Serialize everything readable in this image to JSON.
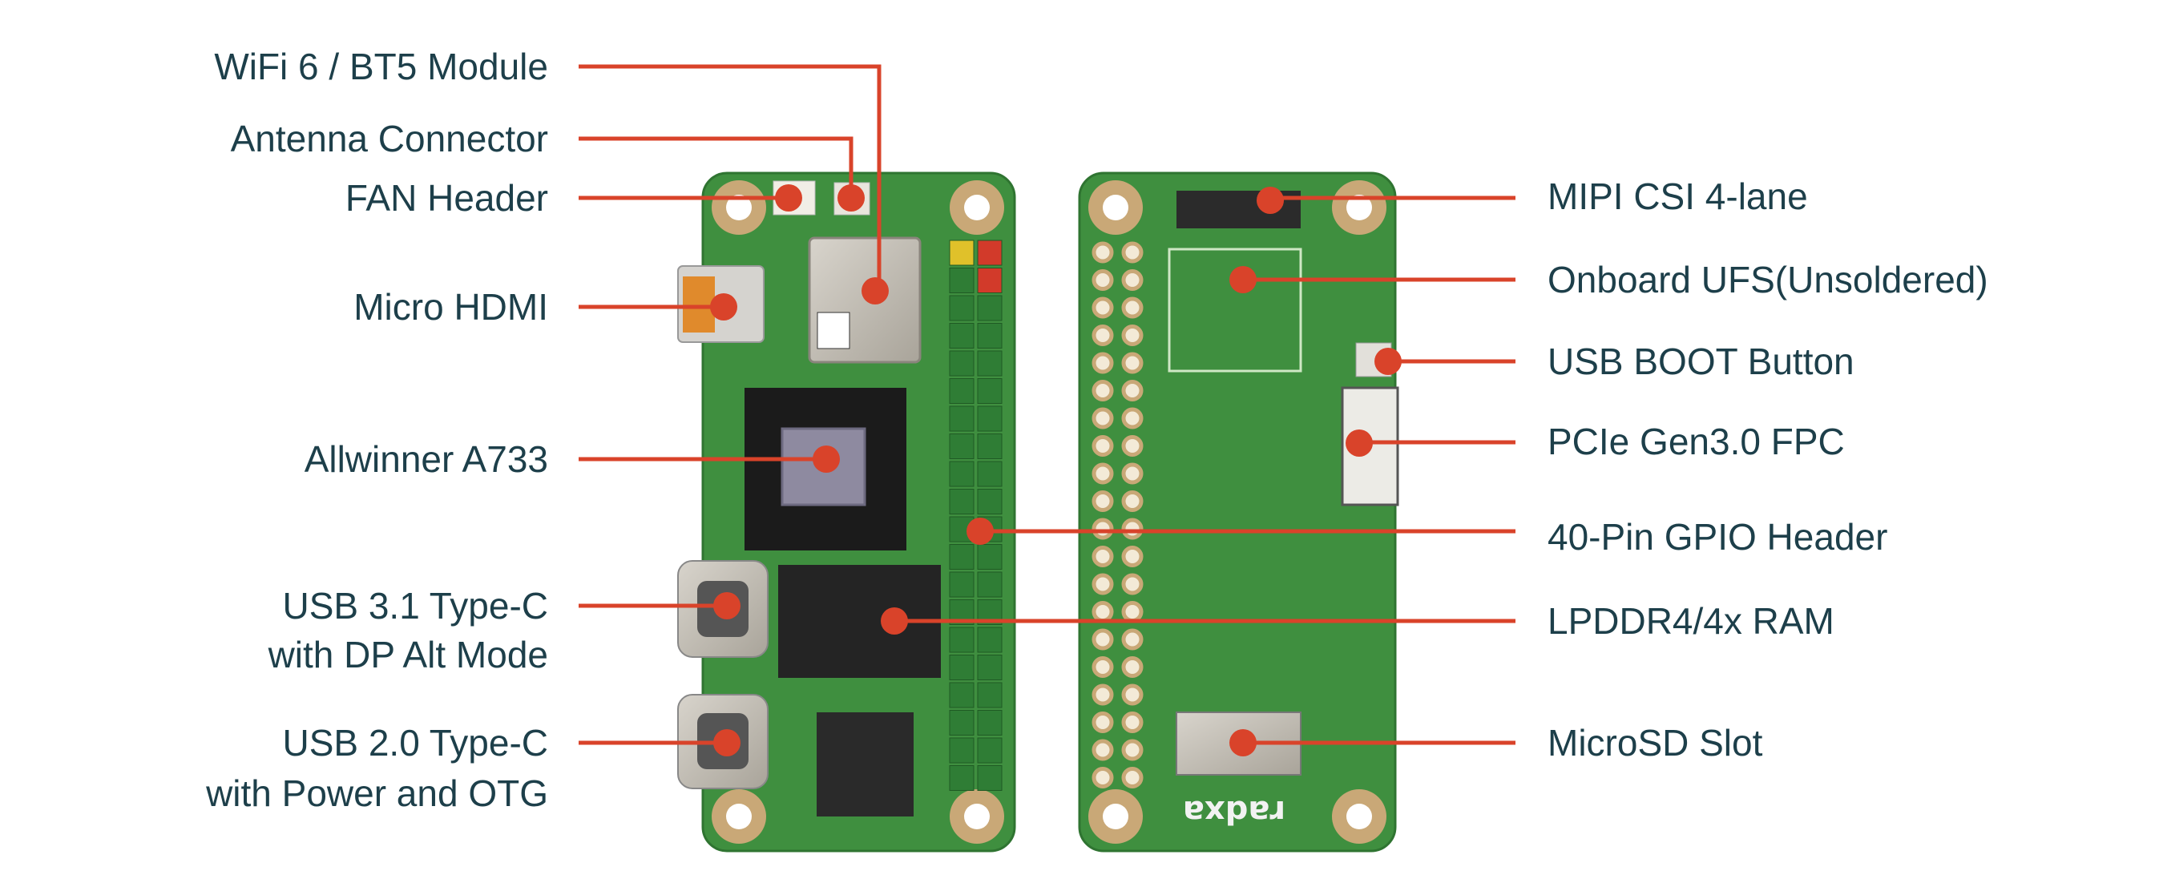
{
  "colors": {
    "label_text": "#1d3f4a",
    "callout": "#d9432a",
    "pcb_green": "#3f8f3f",
    "background": "#ffffff"
  },
  "board_logo": "radxa",
  "left_labels": {
    "wifi": "WiFi 6 / BT5 Module",
    "antenna": "Antenna Connector",
    "fan": "FAN Header",
    "hdmi": "Micro HDMI",
    "soc": "Allwinner A733",
    "usb31_line1": "USB 3.1 Type-C",
    "usb31_line2": "with DP Alt Mode",
    "usb20_line1": "USB 2.0 Type-C",
    "usb20_line2": "with Power and OTG"
  },
  "right_labels": {
    "mipi": "MIPI CSI 4-lane",
    "ufs": "Onboard UFS(Unsoldered)",
    "boot": "USB BOOT Button",
    "pcie": "PCIe Gen3.0 FPC",
    "gpio": "40-Pin GPIO Header",
    "ram": "LPDDR4/4x RAM",
    "microsd": "MicroSD Slot"
  }
}
